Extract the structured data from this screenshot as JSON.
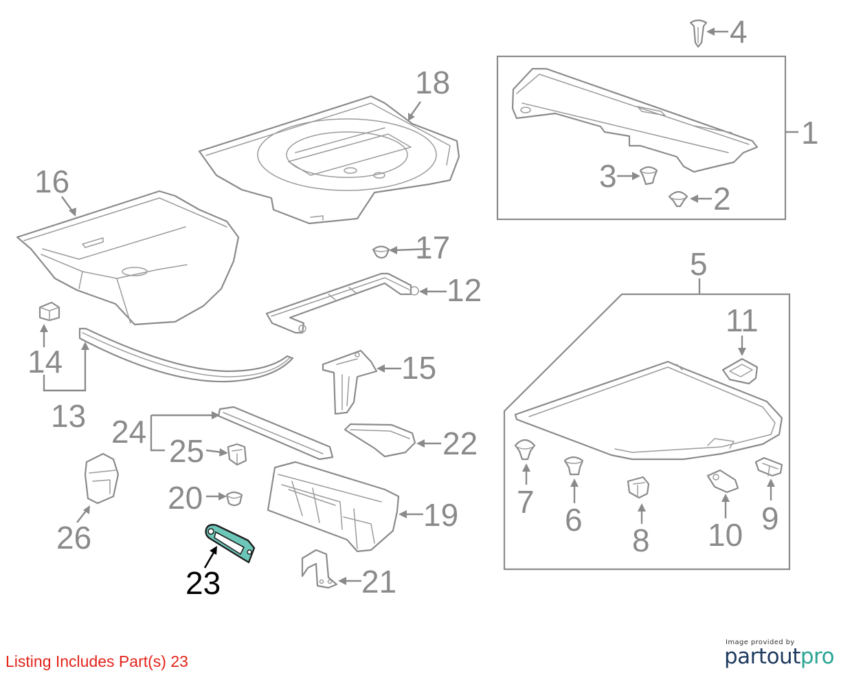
{
  "callouts": {
    "c1": "1",
    "c2": "2",
    "c3": "3",
    "c4": "4",
    "c5": "5",
    "c6": "6",
    "c7": "7",
    "c8": "8",
    "c9": "9",
    "c10": "10",
    "c11": "11",
    "c12": "12",
    "c13": "13",
    "c14": "14",
    "c15": "15",
    "c16": "16",
    "c17": "17",
    "c18": "18",
    "c19": "19",
    "c20": "20",
    "c21": "21",
    "c22": "22",
    "c23": "23",
    "c24": "24",
    "c25": "25",
    "c26": "26"
  },
  "highlight": {
    "part": "23",
    "color": "#6cc7b9"
  },
  "footer": {
    "listing_text": "Listing Includes Part(s) 23",
    "listing_color": "#e2231a",
    "credit_text": "Image provided by",
    "brand_part1": "partout",
    "brand_part2": "pro"
  }
}
